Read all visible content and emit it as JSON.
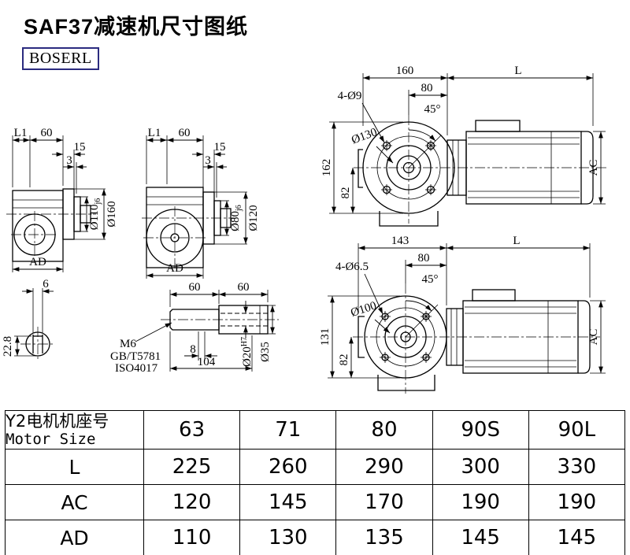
{
  "header": {
    "title": "SAF37减速机尺寸图纸",
    "brand": "BOSERL"
  },
  "views": {
    "side_small": {
      "l1": "L1",
      "d60": "60",
      "d15": "15",
      "d3": "3",
      "dia_spigot": "Ø110",
      "dia_spigot_tol": "j6",
      "dia_flange": "Ø160",
      "ad": "AD"
    },
    "side_large": {
      "l1": "L1",
      "d60": "60",
      "d15": "15",
      "d3": "3",
      "dia_spigot": "Ø80",
      "dia_spigot_tol": "j6",
      "dia_flange": "Ø120",
      "ad": "AD"
    },
    "front_top": {
      "w": "160",
      "l": "L",
      "holes": "4-Ø9",
      "d80": "80",
      "angle": "45°",
      "dia_bc": "Ø130",
      "h": "162",
      "h82": "82",
      "ac": "AC"
    },
    "front_bottom": {
      "w": "143",
      "l": "L",
      "holes": "4-Ø6.5",
      "d80": "80",
      "angle": "45°",
      "dia_bc": "Ø100",
      "h": "131",
      "h82": "82",
      "ac": "AC"
    },
    "shaft_end": {
      "d6": "6",
      "d228": "22.8"
    },
    "shaft_detail": {
      "d60a": "60",
      "d60b": "60",
      "thread": "M6",
      "std1": "GB/T5781",
      "std2": "ISO4017",
      "d8": "8",
      "d104": "104",
      "dia_bore": "Ø20",
      "dia_bore_tol": "H7",
      "dia_out": "Ø35"
    }
  },
  "table": {
    "motor": {
      "label_cn": "Y2电机机座号",
      "label_en": "Motor Size",
      "values": [
        "63",
        "71",
        "80",
        "90S",
        "90L"
      ]
    },
    "rows": [
      {
        "label": "L",
        "values": [
          "225",
          "260",
          "290",
          "300",
          "330"
        ]
      },
      {
        "label": "AC",
        "values": [
          "120",
          "145",
          "170",
          "190",
          "190"
        ]
      },
      {
        "label": "AD",
        "values": [
          "110",
          "130",
          "135",
          "145",
          "145"
        ]
      }
    ]
  }
}
